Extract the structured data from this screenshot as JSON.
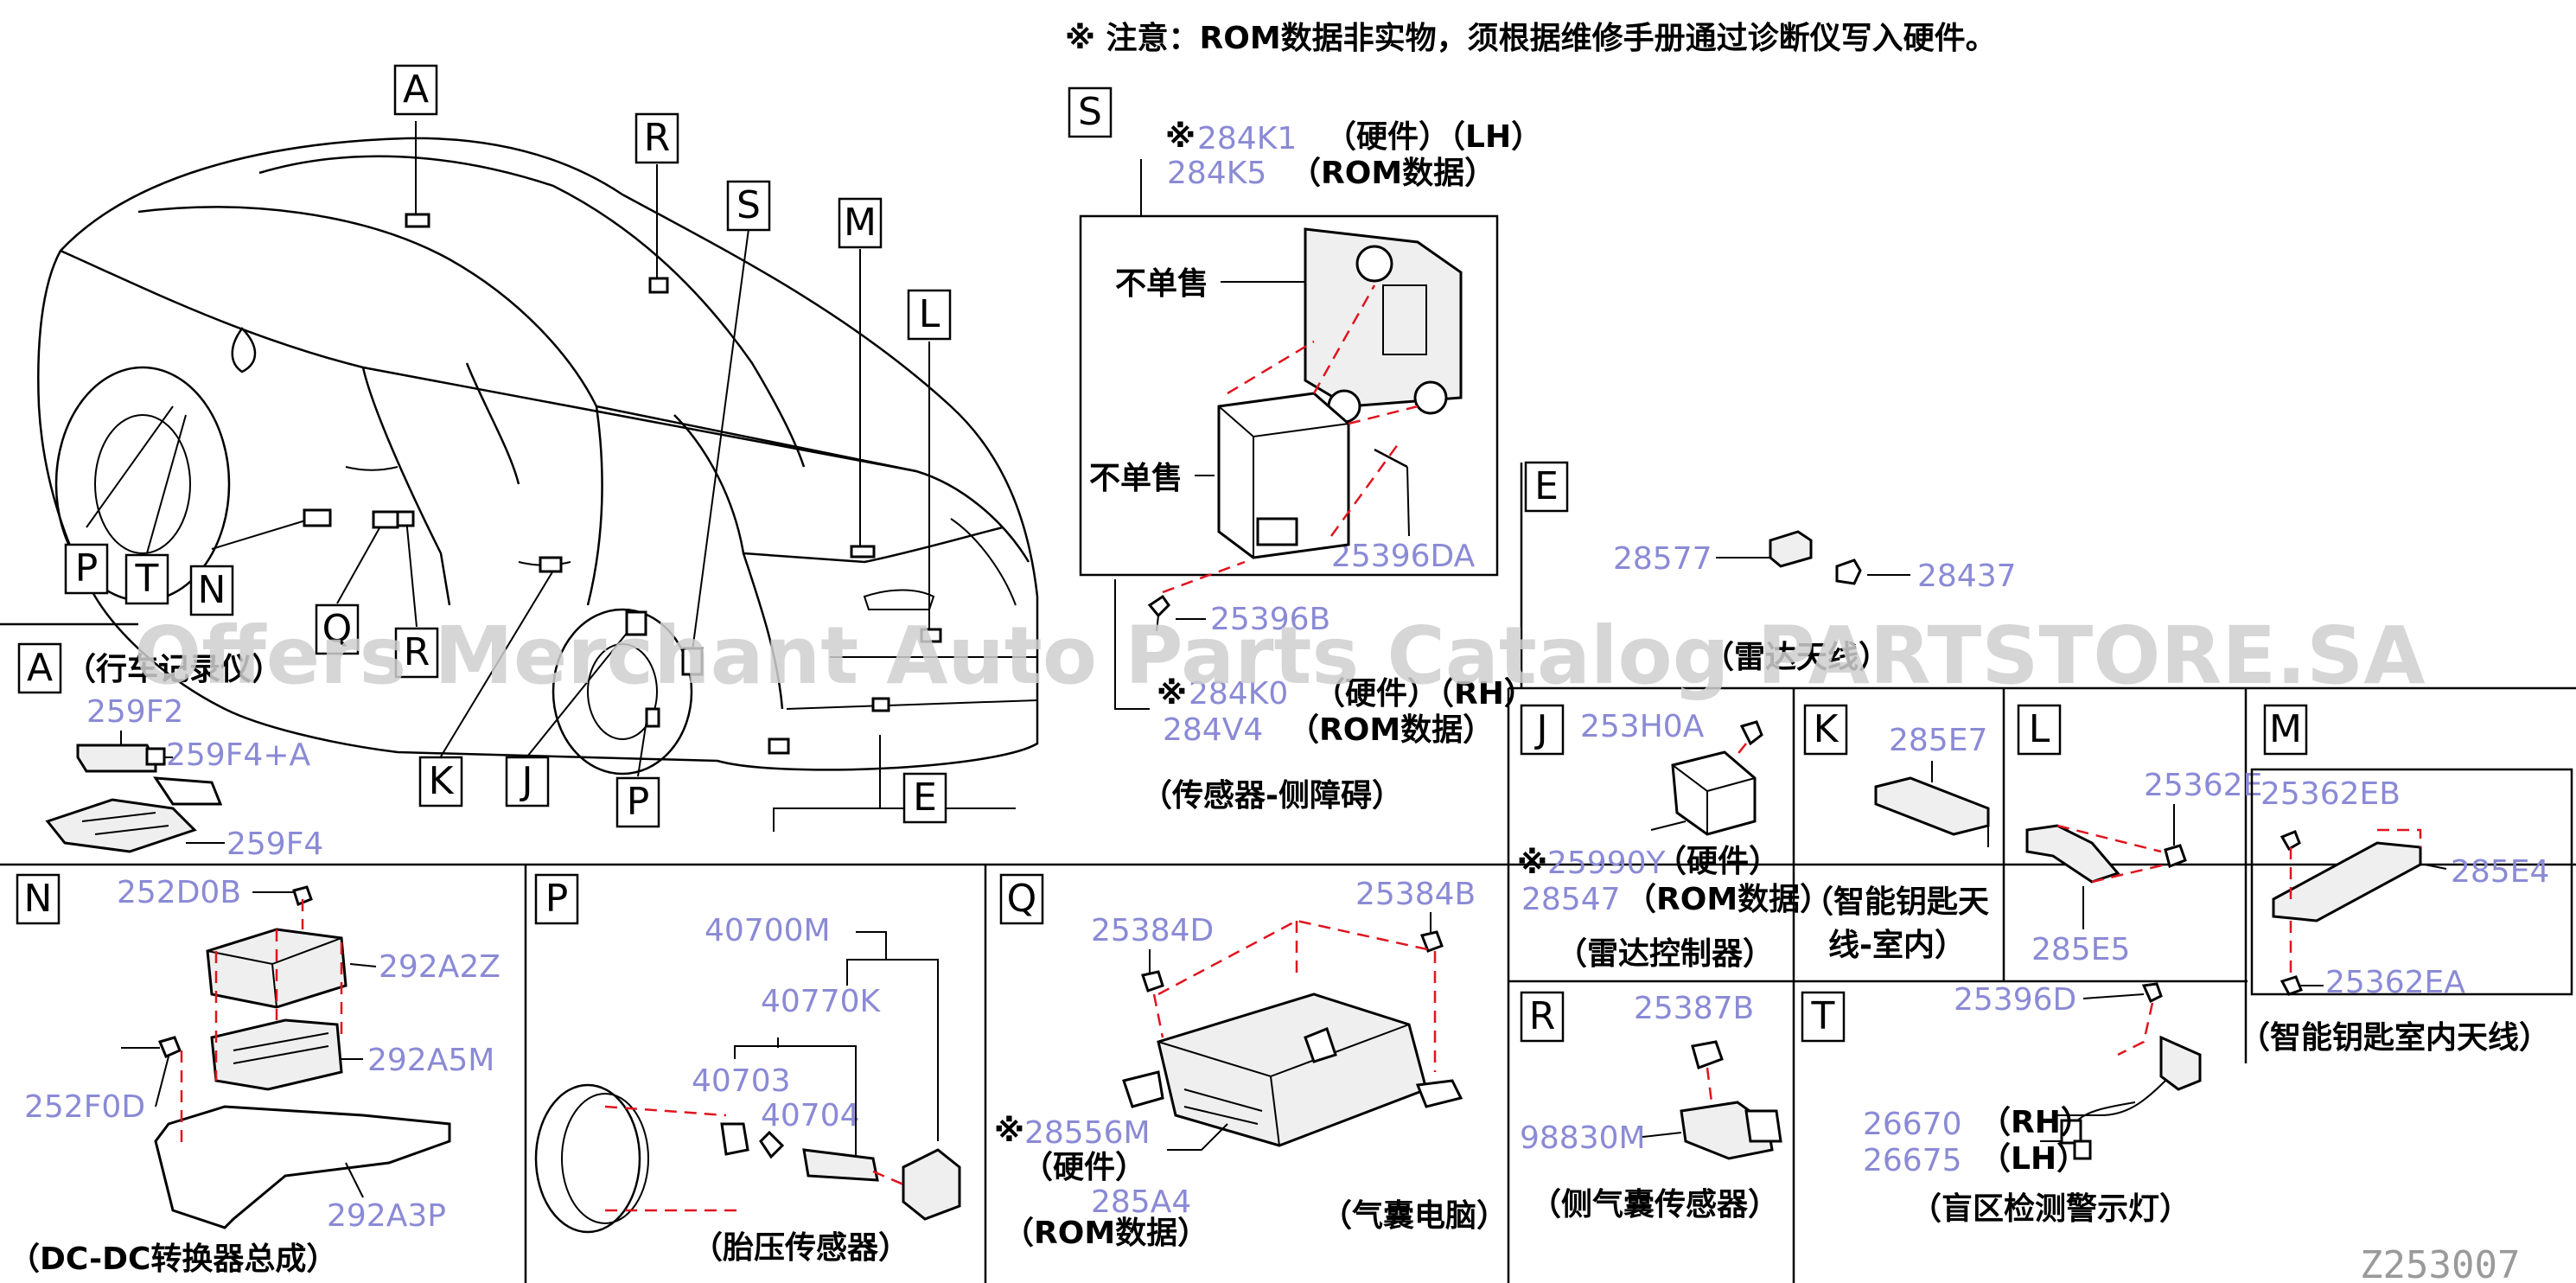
{
  "header_note": "※ 注意：ROM数据非实物，须根据维修手册通过诊断仪写入硬件。",
  "watermark": "Offers Merchant Auto Parts Catalog PARTSTORE.SA",
  "diagram_code": "Z253007",
  "car_callouts": [
    "A",
    "R",
    "S",
    "M",
    "L",
    "P",
    "T",
    "N",
    "Q",
    "R",
    "K",
    "J",
    "P",
    "E"
  ],
  "sections": {
    "A": {
      "letter": "A",
      "caption": "（行车记录仪）",
      "parts": [
        "259F2",
        "259F4+A",
        "259F4"
      ]
    },
    "S": {
      "letter": "S",
      "caption": "（传感器-侧障碍）",
      "top_mark": "※",
      "top_code": "284K1",
      "top_hw": "（硬件）（LH）",
      "top_code2": "284K5",
      "top_rom": "（ROM数据）",
      "not_sold_1": "不单售",
      "not_sold_2": "不单售",
      "screw_1": "25396DA",
      "screw_2": "25396B",
      "bot_mark": "※",
      "bot_code": "284K0",
      "bot_hw": "（硬件）（RH）",
      "bot_code2": "284V4",
      "bot_rom": "（ROM数据）"
    },
    "E": {
      "letter": "E",
      "caption": "（雷达天线）",
      "parts": [
        "28577",
        "28437"
      ]
    },
    "J": {
      "letter": "J",
      "caption": "（雷达控制器）",
      "screw": "253H0A",
      "mark": "※",
      "code": "25990Y",
      "hw": "（硬件）",
      "code2": "28547",
      "rom": "（ROM数据）"
    },
    "K": {
      "letter": "K",
      "caption_1": "（智能钥匙天",
      "caption_2": "线-室内）",
      "part": "285E7"
    },
    "L": {
      "letter": "L",
      "parts": [
        "25362E",
        "285E5"
      ]
    },
    "M": {
      "letter": "M",
      "caption": "（智能钥匙室内天线）",
      "parts": [
        "25362EB",
        "285E4",
        "25362EA"
      ]
    },
    "N": {
      "letter": "N",
      "caption": "（DC-DC转换器总成）",
      "parts": [
        "252D0B",
        "292A2Z",
        "292A5M",
        "252F0D",
        "292A3P"
      ]
    },
    "P": {
      "letter": "P",
      "caption": "（胎压传感器）",
      "parts": [
        "40700M",
        "40770K",
        "40703",
        "40704"
      ]
    },
    "Q": {
      "letter": "Q",
      "caption": "（气囊电脑）",
      "parts": [
        "25384D",
        "25384B"
      ],
      "mark": "※",
      "code": "28556M",
      "hw": "（硬件）",
      "code2": "285A4",
      "rom": "（ROM数据）"
    },
    "R": {
      "letter": "R",
      "caption": "（侧气囊传感器）",
      "parts": [
        "25387B",
        "98830M"
      ]
    },
    "T": {
      "letter": "T",
      "caption": "（盲区检测警示灯）",
      "screw": "25396D",
      "code_rh": "26670",
      "rh": "（RH）",
      "code_lh": "26675",
      "lh": "（LH）"
    }
  }
}
